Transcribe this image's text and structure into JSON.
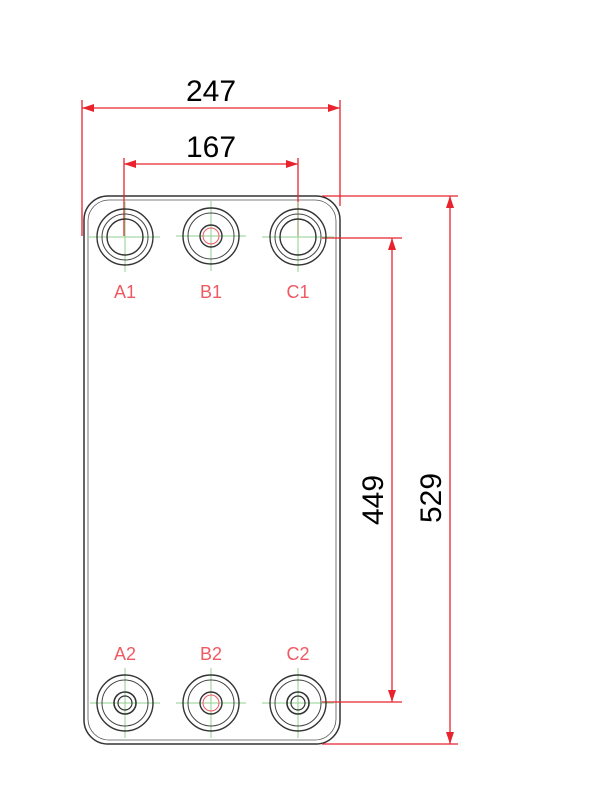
{
  "colors": {
    "dimension_line": "#e8232e",
    "port_label": "#ef5a62",
    "plate_outline": "#333333",
    "center_line": "#8fcf8f",
    "dimension_text": "#000000"
  },
  "dimensions": {
    "overall_width": "247",
    "port_spacing": "167",
    "port_vertical_spacing": "449",
    "overall_height": "529"
  },
  "ports": {
    "top": [
      "A1",
      "B1",
      "C1"
    ],
    "bottom": [
      "A2",
      "B2",
      "C2"
    ]
  }
}
